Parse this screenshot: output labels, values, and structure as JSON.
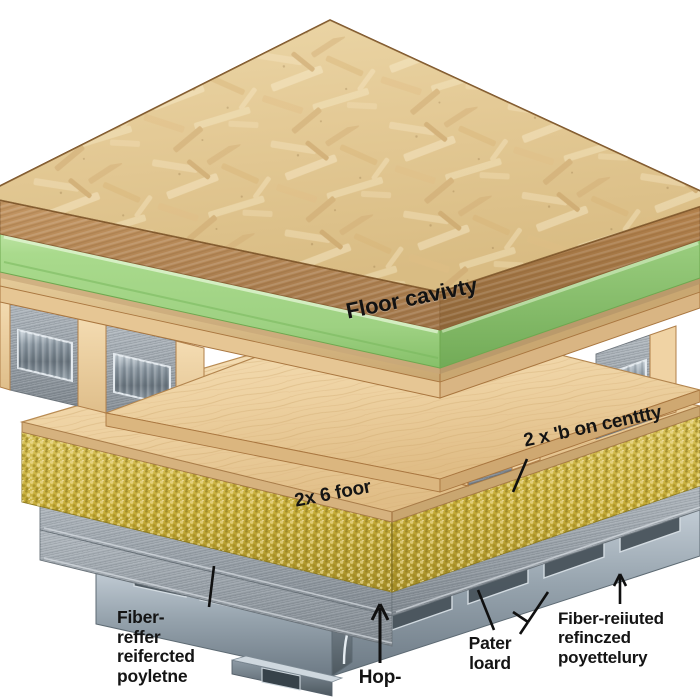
{
  "figure": {
    "kind": "isometric-cutaway-illustration",
    "subject": "layered floor assembly cross-section",
    "background_color": "#ffffff"
  },
  "labels": {
    "floor_cavity": "Floor cavivty",
    "joist_spacing": "2 x 'b on centtty",
    "subfloor": "2x 6 foor",
    "left_membrane": "Fiber-\nreffer\nreifercted\npoyletne",
    "right_membrane": "Fiber-reiiuted\nrefinczed\npoyettelury",
    "panel_board": "Pater\nloard",
    "hop": "Hop-"
  },
  "layers": [
    {
      "name": "osb-top-deck",
      "label": "oriented strand board decking",
      "color": "#e3c68a"
    },
    {
      "name": "osb-edge",
      "label": "board edge",
      "color": "#b98c5c"
    },
    {
      "name": "green-foam",
      "label": "rigid foam insulation",
      "color": "#a8d88a"
    },
    {
      "name": "osb-under-strip",
      "label": "thin sheathing strip",
      "color": "#d9b87e"
    },
    {
      "name": "mineral-wool-gray",
      "label": "mineral wool batt",
      "color": "#9aa0a6"
    },
    {
      "name": "flex-duct",
      "label": "flexible metal duct",
      "color": "#8e99a3"
    },
    {
      "name": "wood-joist",
      "label": "wood joist",
      "color": "#e8c79a"
    },
    {
      "name": "plywood-web",
      "label": "plywood web",
      "color": "#f0d7ab"
    },
    {
      "name": "glass-wool",
      "label": "glass wool insulation",
      "color": "#c9b24a"
    },
    {
      "name": "metal-base-panel",
      "label": "metal base panel",
      "color": "#c3ccd4"
    }
  ],
  "colors": {
    "osb_light": "#e9d2a0",
    "osb_mid": "#dbbd86",
    "osb_dark": "#a87c4e",
    "edge_brown": "#b08455",
    "foam_green": "#a9da8c",
    "foam_green_dark": "#79b85c",
    "wool_gray": "#9ba2a8",
    "wool_gray_dark": "#6f767c",
    "glass_wool": "#c8ae3f",
    "glass_wool_dark": "#9c8626",
    "metal_light": "#dfe6ec",
    "metal_mid": "#aab6c0",
    "metal_dark": "#5c686f",
    "duct_steel": "#7d8a94",
    "outline": "#6b4a28",
    "text": "#141414",
    "leader": "#101010"
  },
  "leaders": [
    {
      "name": "joist-spacing-leader",
      "type": "line"
    },
    {
      "name": "left-membrane-leader",
      "type": "line"
    },
    {
      "name": "panel-board-leader",
      "type": "line-pair"
    },
    {
      "name": "right-membrane-leader",
      "type": "arrow"
    },
    {
      "name": "hop-leader",
      "type": "arrow-up"
    }
  ]
}
